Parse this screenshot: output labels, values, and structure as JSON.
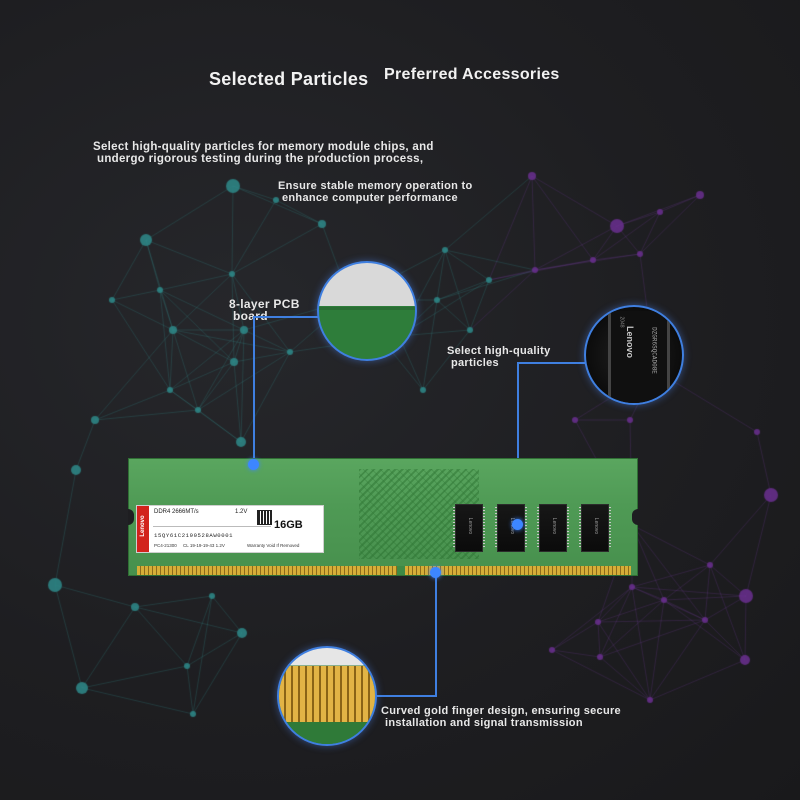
{
  "headings": {
    "selected_particles": "Selected Particles",
    "preferred_accessories": "Preferred Accessories"
  },
  "intro": {
    "line1": "Select high-quality particles for memory module chips, and",
    "line2": "undergo rigorous testing during the production process,"
  },
  "stable": {
    "line1": "Ensure stable memory operation to",
    "line2": "enhance computer performance"
  },
  "pcb_callout": {
    "line1": "8-layer PCB",
    "line2": "board"
  },
  "particles_callout": {
    "line1": "Select high-quality",
    "line2": "particles"
  },
  "gold_callout": {
    "line1": "Curved gold finger design, ensuring secure",
    "line2": "installation and signal transmission"
  },
  "module_label": {
    "brand": "Lenovo",
    "spec": "DDR4 2666MT/s",
    "voltage": "1.2V",
    "capacity": "16GB",
    "serial": "15QY61C2190528AW0001",
    "part": "PC4-21300",
    "timing": "CL 19-19-19-43 1.2V",
    "warranty": "Warranty Void If Removed"
  },
  "chips": [
    "Lenovo",
    "Lenovo",
    "Lenovo",
    "Lenovo"
  ],
  "zoom_chip": {
    "brand": "Lenovo",
    "code": "DZGR6SQCAD08E",
    "num": "2048"
  },
  "colors": {
    "background": "#1c1c1f",
    "accent_line": "#3f7fe0",
    "pcb_green": "#4f9a55",
    "gold": "#d6ae38",
    "teal_node": "#2e8a8a",
    "purple_node": "#6a2f8f"
  }
}
